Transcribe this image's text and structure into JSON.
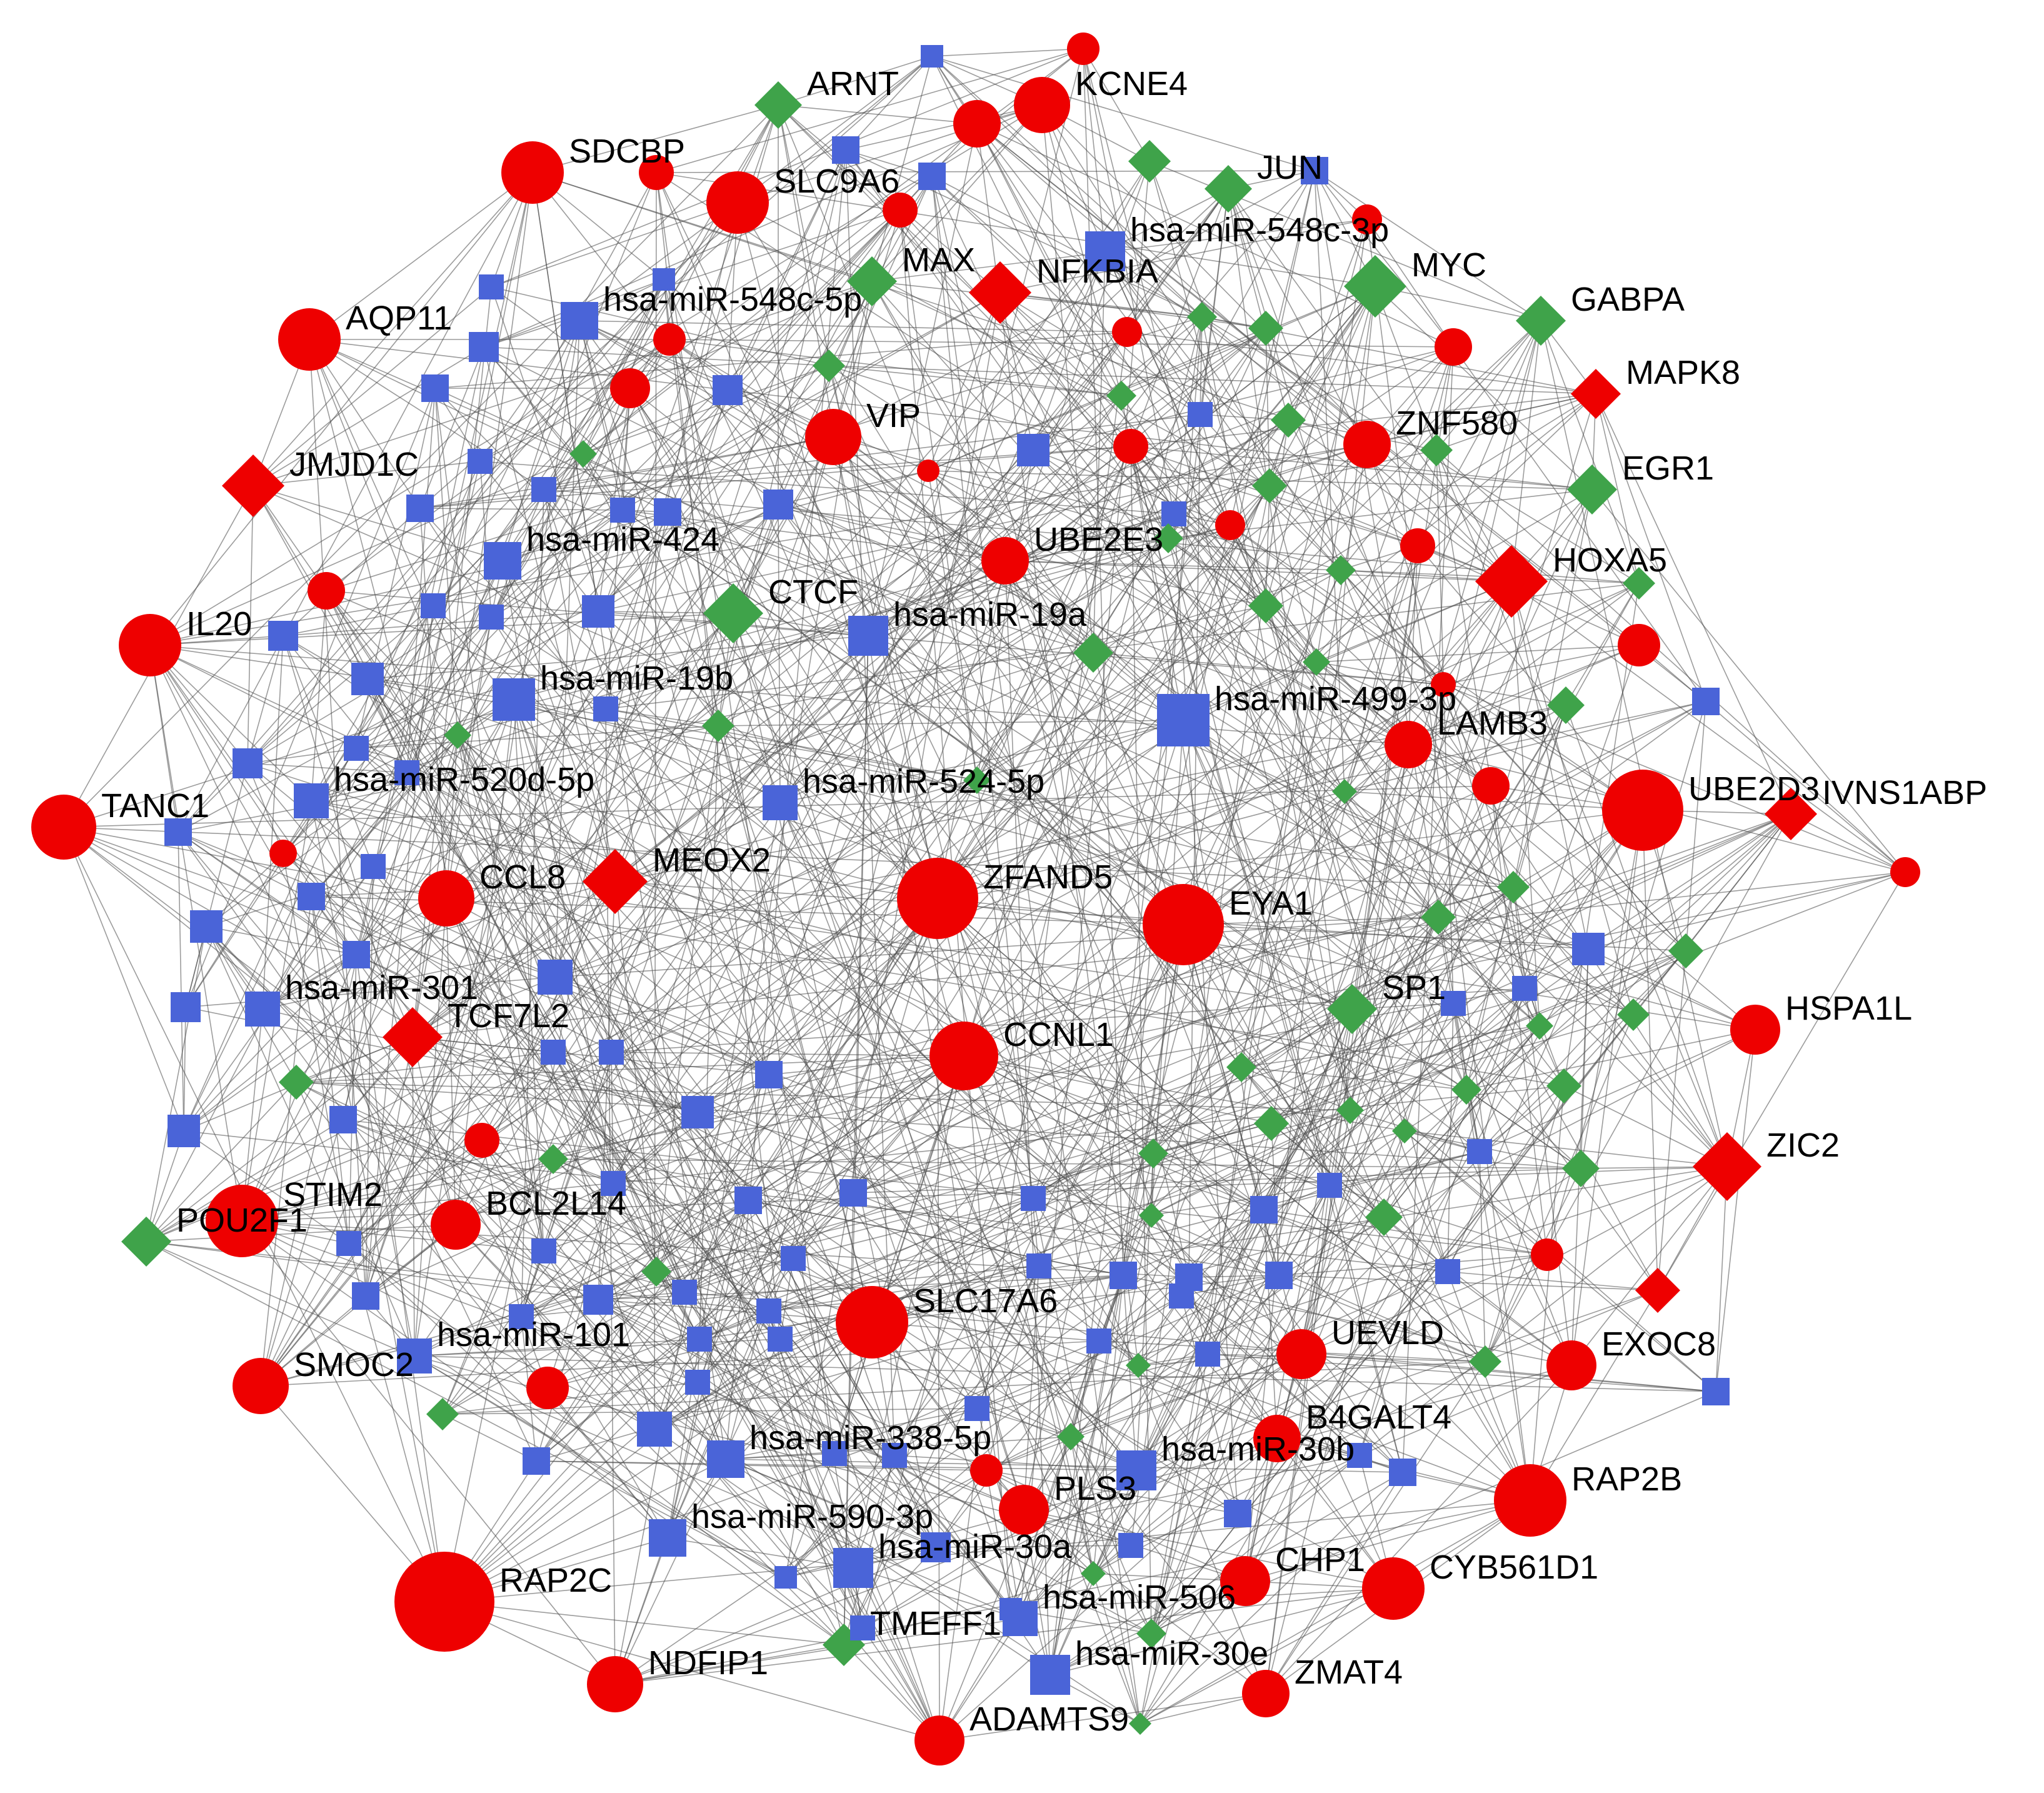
{
  "network": {
    "colors": {
      "gene": "#ee0000",
      "mirna": "#4a64d8",
      "tf": "#3fa34a",
      "edge": "#4b4b4b"
    },
    "node_shapes": {
      "gene": "circle",
      "target_tf_gene": "diamond",
      "mirna": "square",
      "tf": "diamond"
    },
    "labeled_nodes": [
      {
        "id": "ARNT",
        "type": "tf"
      },
      {
        "id": "KCNE4",
        "type": "gene"
      },
      {
        "id": "SDCBP",
        "type": "gene"
      },
      {
        "id": "SLC9A6",
        "type": "gene"
      },
      {
        "id": "JUN",
        "type": "tf"
      },
      {
        "id": "hsa-miR-548c-3p",
        "type": "mirna"
      },
      {
        "id": "MAX",
        "type": "tf"
      },
      {
        "id": "NFKBIA",
        "type": "gene_tf"
      },
      {
        "id": "MYC",
        "type": "tf"
      },
      {
        "id": "GABPA",
        "type": "tf"
      },
      {
        "id": "hsa-miR-548c-5p",
        "type": "mirna"
      },
      {
        "id": "AQP11",
        "type": "gene"
      },
      {
        "id": "MAPK8",
        "type": "gene_tf"
      },
      {
        "id": "VIP",
        "type": "gene"
      },
      {
        "id": "ZNF580",
        "type": "gene"
      },
      {
        "id": "JMJD1C",
        "type": "gene_tf"
      },
      {
        "id": "EGR1",
        "type": "tf"
      },
      {
        "id": "hsa-miR-424",
        "type": "mirna"
      },
      {
        "id": "UBE2E3",
        "type": "gene"
      },
      {
        "id": "HOXA5",
        "type": "gene_tf"
      },
      {
        "id": "IL20",
        "type": "gene"
      },
      {
        "id": "CTCF",
        "type": "tf"
      },
      {
        "id": "hsa-miR-19a",
        "type": "mirna"
      },
      {
        "id": "hsa-miR-19b",
        "type": "mirna"
      },
      {
        "id": "hsa-miR-499-3p",
        "type": "mirna"
      },
      {
        "id": "LAMB3",
        "type": "gene"
      },
      {
        "id": "TANC1",
        "type": "gene"
      },
      {
        "id": "hsa-miR-520d-5p",
        "type": "mirna"
      },
      {
        "id": "hsa-miR-524-5p",
        "type": "mirna"
      },
      {
        "id": "UBE2D3",
        "type": "gene"
      },
      {
        "id": "IVNS1ABP",
        "type": "gene_tf"
      },
      {
        "id": "CCL8",
        "type": "gene"
      },
      {
        "id": "MEOX2",
        "type": "gene_tf"
      },
      {
        "id": "ZFAND5",
        "type": "gene"
      },
      {
        "id": "EYA1",
        "type": "gene"
      },
      {
        "id": "hsa-miR-301",
        "type": "mirna"
      },
      {
        "id": "SP1",
        "type": "tf"
      },
      {
        "id": "HSPA1L",
        "type": "gene"
      },
      {
        "id": "TCF7L2",
        "type": "gene_tf"
      },
      {
        "id": "CCNL1",
        "type": "gene"
      },
      {
        "id": "ZIC2",
        "type": "gene_tf"
      },
      {
        "id": "STIM2",
        "type": "gene"
      },
      {
        "id": "POU2F1",
        "type": "tf"
      },
      {
        "id": "BCL2L14",
        "type": "gene"
      },
      {
        "id": "SLC17A6",
        "type": "gene"
      },
      {
        "id": "hsa-miR-101",
        "type": "mirna"
      },
      {
        "id": "UEVLD",
        "type": "gene"
      },
      {
        "id": "EXOC8",
        "type": "gene"
      },
      {
        "id": "SMOC2",
        "type": "gene"
      },
      {
        "id": "B4GALT4",
        "type": "gene"
      },
      {
        "id": "hsa-miR-338-5p",
        "type": "mirna"
      },
      {
        "id": "hsa-miR-30b",
        "type": "mirna"
      },
      {
        "id": "RAP2B",
        "type": "gene"
      },
      {
        "id": "PLS3",
        "type": "gene"
      },
      {
        "id": "hsa-miR-590-3p",
        "type": "mirna"
      },
      {
        "id": "hsa-miR-30a",
        "type": "mirna"
      },
      {
        "id": "RAP2C",
        "type": "gene"
      },
      {
        "id": "CHP1",
        "type": "gene"
      },
      {
        "id": "CYB561D1",
        "type": "gene"
      },
      {
        "id": "hsa-miR-506",
        "type": "mirna"
      },
      {
        "id": "TMEFF1",
        "type": "tf"
      },
      {
        "id": "NDFIP1",
        "type": "gene"
      },
      {
        "id": "hsa-miR-30e",
        "type": "mirna"
      },
      {
        "id": "ZMAT4",
        "type": "gene"
      },
      {
        "id": "ADAMTS9",
        "type": "gene"
      }
    ]
  }
}
